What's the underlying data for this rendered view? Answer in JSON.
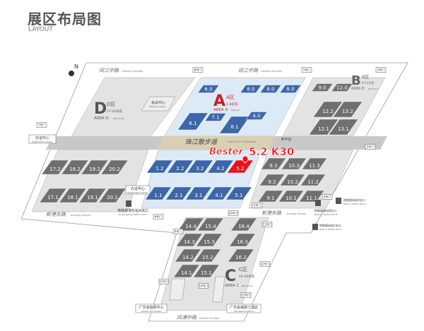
{
  "header": {
    "title": "展区布局图",
    "subtitle": "LAYOUT"
  },
  "compass": {
    "label": "N",
    "icon": "compass-icon"
  },
  "colors": {
    "area_a": "#3d66a8",
    "area_a_bg": "#dceaf5",
    "other_hall": "#6f6f6f",
    "highlight": "#e8141b",
    "promenade": "#d9cfb4",
    "platform": "#e6e6e6"
  },
  "areas": {
    "a": {
      "letter": "A",
      "name": "A区",
      "halls": "1-8号馆",
      "en": "AREA A",
      "en_halls": "Hall 1-8"
    },
    "b": {
      "letter": "B",
      "name": "B区",
      "halls": "9-13号馆",
      "en": "AREA B",
      "en_halls": "Hall 9-13"
    },
    "c": {
      "letter": "C",
      "name": "C区",
      "halls": "14-16号馆",
      "en": "AREA C",
      "en_halls": "Hall 14-16"
    },
    "d": {
      "letter": "D",
      "name": "D区",
      "halls": "17-20号馆",
      "en": "AREA D",
      "en_halls": "Hall 17-20"
    }
  },
  "roads": {
    "top_left": {
      "cn": "阅江中路",
      "en": "Yuejiang Zhonglu"
    },
    "top_right": {
      "cn": "阅江中路",
      "en": "Yuejiang Zhonglu"
    },
    "promenade": {
      "cn": "珠江散步道",
      "en": "Pearl River Promenade"
    },
    "bottom_left": {
      "cn": "新港东路",
      "en": "Xingang Donglu"
    },
    "bottom_right": {
      "cn": "新港东路",
      "en": "Xingang Donglu"
    },
    "south": {
      "cn": "凤浦中路",
      "en": "Fengpu Zhonglu"
    }
  },
  "landmarks": {
    "meeting": {
      "cn": "会议中心",
      "en": "Meeting Center"
    },
    "registration_left": {
      "cn": "办证中心",
      "en": "Registration Center"
    },
    "registration_mid": {
      "cn": "办证中心",
      "en": "Registration Center"
    },
    "platform": {
      "cn": "中平台"
    },
    "metro_xg_a": {
      "cn": "地铁新港东站A出口",
      "en": "Xingangdong Station Exit A"
    },
    "metro_pz_a": {
      "cn": "地铁琶洲站A出口",
      "en": "Pazhou Station Exit A"
    },
    "metro_pz_b": {
      "cn": "地铁琶洲站B出口",
      "en": "Pazhou Station Exit B"
    },
    "metro_pz_c": {
      "cn": "地铁琶洲站C出口",
      "en": "Pazhou Station Exit C"
    },
    "canton_center": {
      "cn": "广交会指挥中心",
      "en": "Canton Fair Center"
    },
    "westin": {
      "cn": "广交会威斯汀酒店",
      "en": "The Westin Pazhou"
    }
  },
  "gates": [
    "1号门",
    "2号门",
    "3号门",
    "4号门",
    "5号门",
    "6号门",
    "7号门",
    "8号门",
    "9号门",
    "10号门",
    "11号门",
    "12号门",
    "13号门",
    "14号门",
    "15号门"
  ],
  "halls": [
    {
      "label": "6.0",
      "area": "A"
    },
    {
      "label": "8.0",
      "area": "A"
    },
    {
      "label": "8.0",
      "area": "A"
    },
    {
      "label": "8.0",
      "area": "A"
    },
    {
      "label": "6.1",
      "area": "A"
    },
    {
      "label": "7.1",
      "area": "A"
    },
    {
      "label": "8.1",
      "area": "A"
    },
    {
      "label": "4.0",
      "area": "A"
    },
    {
      "label": "1.2",
      "area": "A"
    },
    {
      "label": "2.2",
      "area": "A"
    },
    {
      "label": "3.2",
      "area": "A"
    },
    {
      "label": "4.2",
      "area": "A"
    },
    {
      "label": "5.2",
      "area": "A",
      "highlight": true
    },
    {
      "label": "1.1",
      "area": "A"
    },
    {
      "label": "2.1",
      "area": "A"
    },
    {
      "label": "3.1",
      "area": "A"
    },
    {
      "label": "4.1",
      "area": "A"
    },
    {
      "label": "5.1",
      "area": "A"
    },
    {
      "label": "9.0",
      "area": "B"
    },
    {
      "label": "12.0",
      "area": "B"
    },
    {
      "label": "12.2",
      "area": "B"
    },
    {
      "label": "13.2",
      "area": "B"
    },
    {
      "label": "12.1",
      "area": "B"
    },
    {
      "label": "13.1",
      "area": "B"
    },
    {
      "label": "9.3",
      "area": "B"
    },
    {
      "label": "10.3",
      "area": "B"
    },
    {
      "label": "11.3",
      "area": "B"
    },
    {
      "label": "9.2",
      "area": "B"
    },
    {
      "label": "10.2",
      "area": "B"
    },
    {
      "label": "11.2",
      "area": "B"
    },
    {
      "label": "9.1",
      "area": "B"
    },
    {
      "label": "10.1",
      "area": "B"
    },
    {
      "label": "11.1",
      "area": "B"
    },
    {
      "label": "17.2",
      "area": "D"
    },
    {
      "label": "18.2",
      "area": "D"
    },
    {
      "label": "19.2",
      "area": "D"
    },
    {
      "label": "20.2",
      "area": "D"
    },
    {
      "label": "17.1",
      "area": "D"
    },
    {
      "label": "18.1",
      "area": "D"
    },
    {
      "label": "19.1",
      "area": "D"
    },
    {
      "label": "20.1",
      "area": "D"
    },
    {
      "label": "14.4",
      "area": "C"
    },
    {
      "label": "15.4",
      "area": "C"
    },
    {
      "label": "16.4",
      "area": "C"
    },
    {
      "label": "14.3",
      "area": "C"
    },
    {
      "label": "15.3",
      "area": "C"
    },
    {
      "label": "16.3",
      "area": "C"
    },
    {
      "label": "14.2",
      "area": "C"
    },
    {
      "label": "15.2",
      "area": "C"
    },
    {
      "label": "16.2",
      "area": "C"
    },
    {
      "label": "14.1",
      "area": "C"
    },
    {
      "label": "15.1",
      "area": "C"
    }
  ],
  "booth": {
    "brand": "Bester",
    "location": "5.2 K30",
    "pin_icon": "location-pin-icon"
  }
}
